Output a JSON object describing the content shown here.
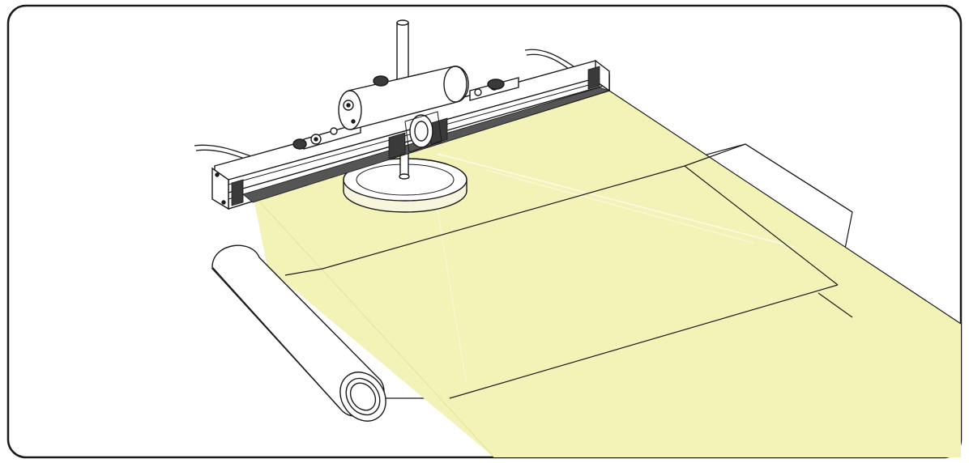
{
  "illustration": {
    "colors": {
      "frame_stroke": "#1a1a1a",
      "light_beam": "#f3f3b8",
      "light_beam_edge": "#e3e39a",
      "line": "#1a1a1a",
      "metal_fill": "#ffffff",
      "metal_dark": "#3a3a3a",
      "film": "#ffffff"
    },
    "components": [
      "frame-border",
      "light-beam",
      "film-sheet",
      "film-roll",
      "lamp-bar",
      "mount-clamp",
      "support-pole",
      "base-disc",
      "power-cables"
    ]
  }
}
